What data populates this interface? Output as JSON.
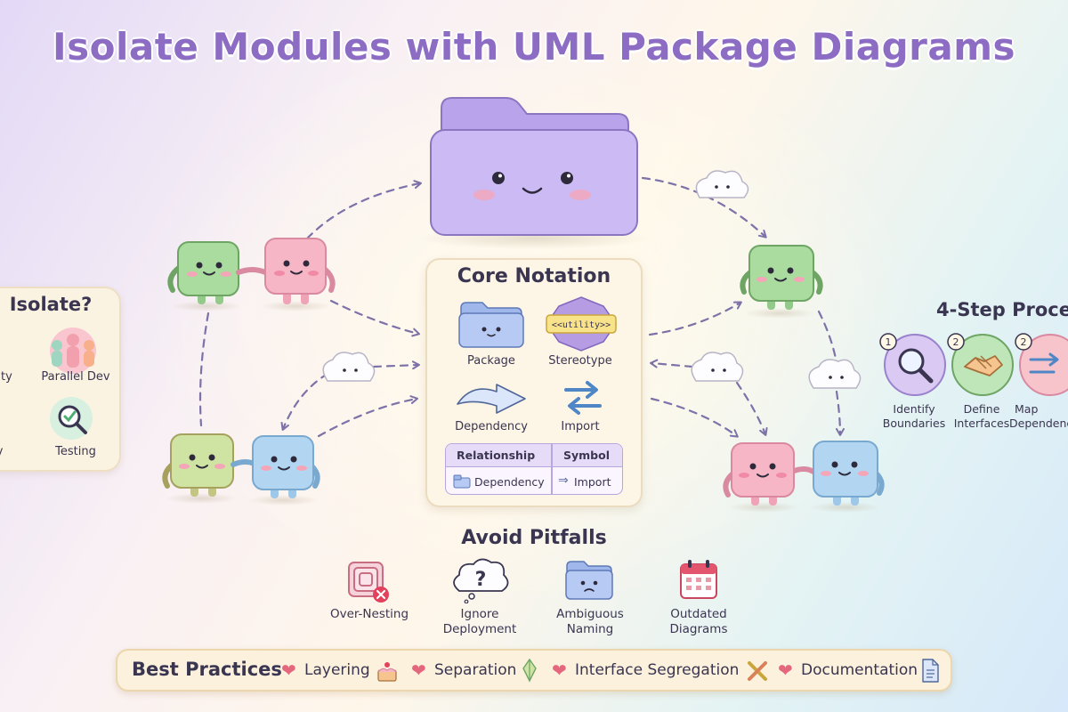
{
  "title": "Isolate Modules with UML Package Diagrams",
  "why_isolate": {
    "heading": "Isolate?",
    "items": [
      {
        "label": "ility"
      },
      {
        "label": "Parallel Dev"
      },
      {
        "label": "ty"
      },
      {
        "label": "Testing"
      }
    ]
  },
  "core_notation": {
    "heading": "Core Notation",
    "items": [
      {
        "label": "Package",
        "icon": "folder-icon"
      },
      {
        "label": "Stereotype",
        "icon": "stereotype-badge-icon",
        "badge_text": "<<utility>>"
      },
      {
        "label": "Dependency",
        "icon": "dependency-arrow-icon"
      },
      {
        "label": "Import",
        "icon": "import-arrows-icon"
      }
    ],
    "table": {
      "headers": [
        "Relationship",
        "Symbol"
      ],
      "rows": [
        [
          "Dependency",
          "Import"
        ]
      ]
    }
  },
  "pitfalls": {
    "heading": "Avoid Pitfalls",
    "items": [
      {
        "line1": "Over-Nesting",
        "line2": "",
        "icon": "nested-boxes-icon"
      },
      {
        "line1": "Ignore",
        "line2": "Deployment",
        "icon": "question-cloud-icon"
      },
      {
        "line1": "Ambiguous",
        "line2": "Naming",
        "icon": "sad-folder-icon"
      },
      {
        "line1": "Outdated",
        "line2": "Diagrams",
        "icon": "calendar-icon"
      }
    ]
  },
  "steps": {
    "heading": "4-Step Proce",
    "items": [
      {
        "number": "1",
        "line1": "Identify",
        "line2": "Boundaries",
        "icon": "magnifier-icon"
      },
      {
        "number": "2",
        "line1": "Define",
        "line2": "Interfaces",
        "icon": "handshake-icon"
      },
      {
        "number": "2",
        "line1": "Map",
        "line2": "Dependenc",
        "icon": "map-arrows-icon"
      }
    ]
  },
  "best_practices": {
    "heading": "Best Practices",
    "items": [
      {
        "label": "Layering",
        "icon": "cake-icon"
      },
      {
        "label": "Separation",
        "icon": "separation-icon"
      },
      {
        "label": "Interface Segregation",
        "icon": "crossed-tools-icon"
      },
      {
        "label": "Documentation",
        "icon": "document-icon"
      }
    ]
  },
  "colors": {
    "title": "#8d6cc4",
    "lavender": "#c7b6ef",
    "green": "#a9dc9e",
    "pink": "#f7b6c6",
    "blue": "#b2d6f2",
    "heart": "#e4677e",
    "text": "#3a3550",
    "arrow": "#7d72a8"
  }
}
